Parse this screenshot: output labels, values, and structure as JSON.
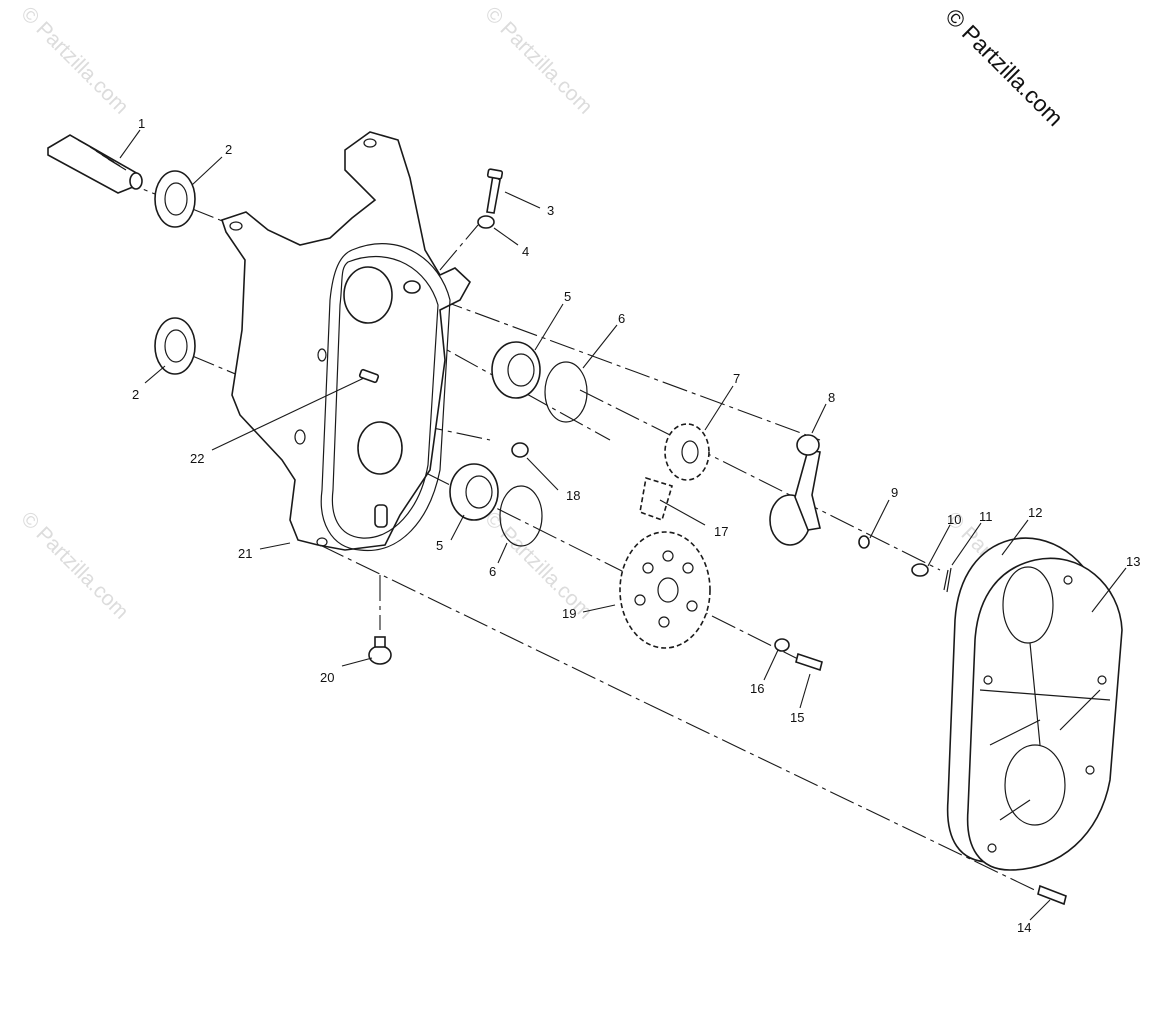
{
  "copyright_text": "© Partzilla.com",
  "watermark_text": "© Partzilla.com",
  "watermark_color": "#dcdcdc",
  "line_color": "#1a1a1a",
  "parts": [
    {
      "label": "1",
      "component": "shaft"
    },
    {
      "label": "2",
      "component": "seal"
    },
    {
      "label": "3",
      "component": "bolt"
    },
    {
      "label": "4",
      "component": "nut"
    },
    {
      "label": "5",
      "component": "bearing"
    },
    {
      "label": "6",
      "component": "snap-ring"
    },
    {
      "label": "7",
      "component": "sprocket"
    },
    {
      "label": "8",
      "component": "tensioner-arm"
    },
    {
      "label": "9",
      "component": "washer"
    },
    {
      "label": "10",
      "component": "nut"
    },
    {
      "label": "11",
      "component": "cotter-pin"
    },
    {
      "label": "12",
      "component": "gasket"
    },
    {
      "label": "13",
      "component": "cover"
    },
    {
      "label": "14",
      "component": "bolt"
    },
    {
      "label": "15",
      "component": "bolt"
    },
    {
      "label": "16",
      "component": "washer"
    },
    {
      "label": "17",
      "component": "chain"
    },
    {
      "label": "18",
      "component": "nut"
    },
    {
      "label": "19",
      "component": "sprocket"
    },
    {
      "label": "20",
      "component": "drain-plug"
    },
    {
      "label": "21",
      "component": "chaincase"
    },
    {
      "label": "22",
      "component": "stud"
    }
  ]
}
